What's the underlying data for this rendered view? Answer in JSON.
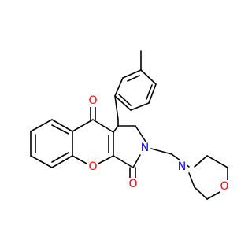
{
  "colors": {
    "background": "#ffffff",
    "bond": "#000000",
    "oxygen": "#ff0000",
    "nitrogen": "#0000ff"
  },
  "atoms": {
    "ketone_o": "O",
    "lactam_o": "O",
    "ring_o": "O",
    "morpholine_o": "O",
    "pyrrole_n": "N",
    "morpholine_n": "N"
  }
}
